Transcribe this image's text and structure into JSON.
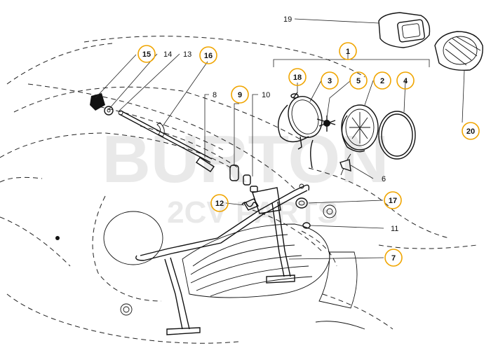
{
  "watermark": {
    "line1": "BURTON",
    "line2": "2CV PARTS"
  },
  "parts": [
    {
      "id": "p1",
      "label": "1",
      "highlighted": true
    },
    {
      "id": "p2",
      "label": "2",
      "highlighted": true
    },
    {
      "id": "p3",
      "label": "3",
      "highlighted": true
    },
    {
      "id": "p4",
      "label": "4",
      "highlighted": true
    },
    {
      "id": "p5",
      "label": "5",
      "highlighted": true
    },
    {
      "id": "p6",
      "label": "6",
      "highlighted": false
    },
    {
      "id": "p7",
      "label": "7",
      "highlighted": true
    },
    {
      "id": "p8",
      "label": "8",
      "highlighted": false
    },
    {
      "id": "p9",
      "label": "9",
      "highlighted": true
    },
    {
      "id": "p10",
      "label": "10",
      "highlighted": false
    },
    {
      "id": "p11",
      "label": "11",
      "highlighted": false
    },
    {
      "id": "p12",
      "label": "12",
      "highlighted": true
    },
    {
      "id": "p13",
      "label": "13",
      "highlighted": false
    },
    {
      "id": "p14",
      "label": "14",
      "highlighted": false
    },
    {
      "id": "p15",
      "label": "15",
      "highlighted": true
    },
    {
      "id": "p16",
      "label": "16",
      "highlighted": true
    },
    {
      "id": "p17",
      "label": "17",
      "highlighted": true
    },
    {
      "id": "p18",
      "label": "18",
      "highlighted": true
    },
    {
      "id": "p19",
      "label": "19",
      "highlighted": false
    },
    {
      "id": "p20",
      "label": "20",
      "highlighted": true
    }
  ],
  "colors": {
    "highlight_ring": "#f0a500",
    "line": "#111111",
    "watermark": "#e9e9e9"
  }
}
